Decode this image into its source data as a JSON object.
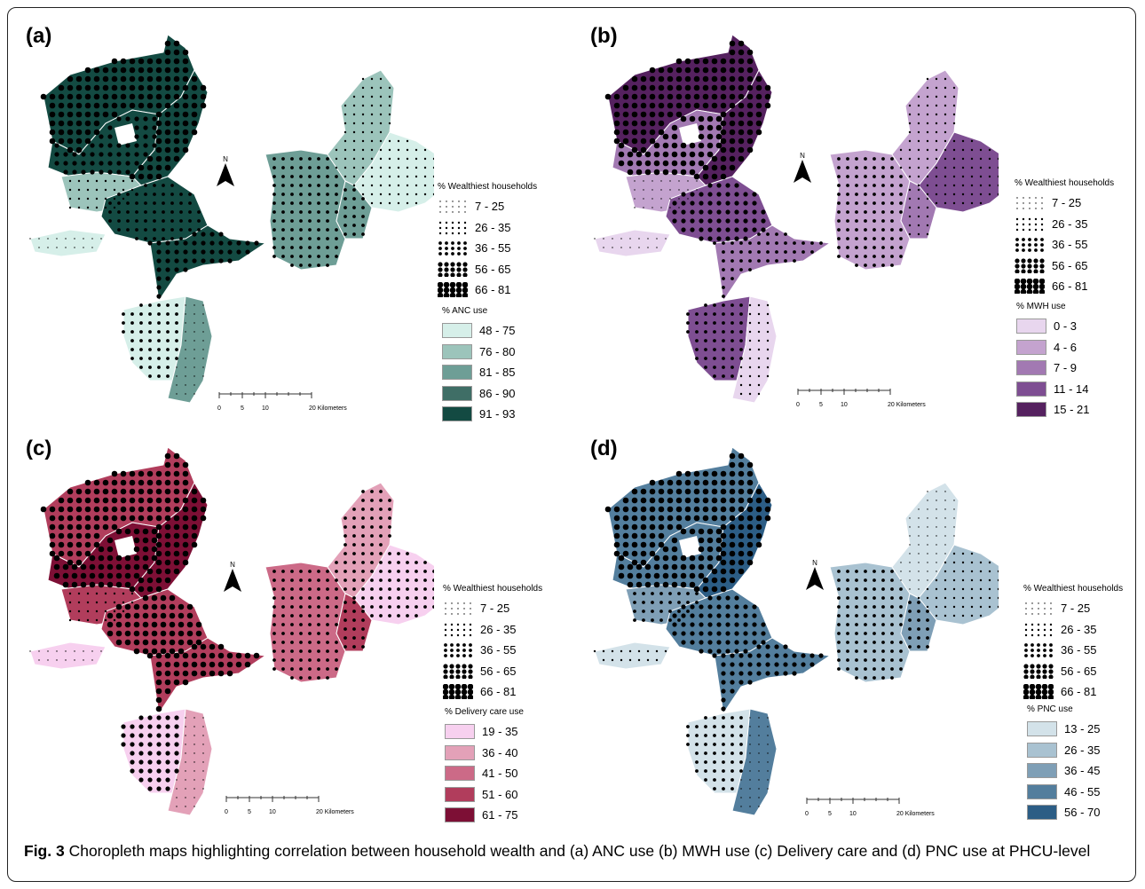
{
  "figure": {
    "caption_label": "Fig. 3",
    "caption_text": "Choropleth maps highlighting correlation between household wealth and (a) ANC use (b) MWH use (c) Delivery care and (d) PNC use at PHCU-level"
  },
  "wealth_legend": {
    "title": "% Wealthiest households",
    "classes": [
      "7 - 25",
      "26 - 35",
      "36 - 55",
      "56 - 65",
      "66 - 81"
    ]
  },
  "scale_bar": {
    "ticks": [
      "0",
      "5",
      "10",
      "20 Kilometers"
    ]
  },
  "north_arrow": {
    "letter": "N"
  },
  "panels": [
    {
      "label": "(a)",
      "legend_title": "% ANC use",
      "classes": [
        "48 - 75",
        "76 - 80",
        "81 - 85",
        "86 - 90",
        "91 - 93"
      ],
      "colors": [
        "#d6efe9",
        "#9cc4bb",
        "#6e9e96",
        "#3f6e66",
        "#134a42"
      ]
    },
    {
      "label": "(b)",
      "legend_title": "% MWH use",
      "classes": [
        "0 - 3",
        "4 - 6",
        "7 - 9",
        "11 - 14",
        "15 - 21"
      ],
      "colors": [
        "#e8d6ee",
        "#c4a3cf",
        "#a279b2",
        "#7e4e92",
        "#55215f"
      ]
    },
    {
      "label": "(c)",
      "legend_title": "% Delivery care use",
      "classes": [
        "19 - 35",
        "36 - 40",
        "41 - 50",
        "51 - 60",
        "61 - 75"
      ],
      "colors": [
        "#f7d0ef",
        "#e3a1b8",
        "#cc6a87",
        "#b13d5c",
        "#7d0f35"
      ]
    },
    {
      "label": "(d)",
      "legend_title": "% PNC use",
      "classes": [
        "13 - 25",
        "26 - 35",
        "36 - 45",
        "46 - 55",
        "56 - 70"
      ],
      "colors": [
        "#d3e2e9",
        "#a9c2d1",
        "#7f9fb6",
        "#537e9d",
        "#2c5d85"
      ]
    }
  ]
}
